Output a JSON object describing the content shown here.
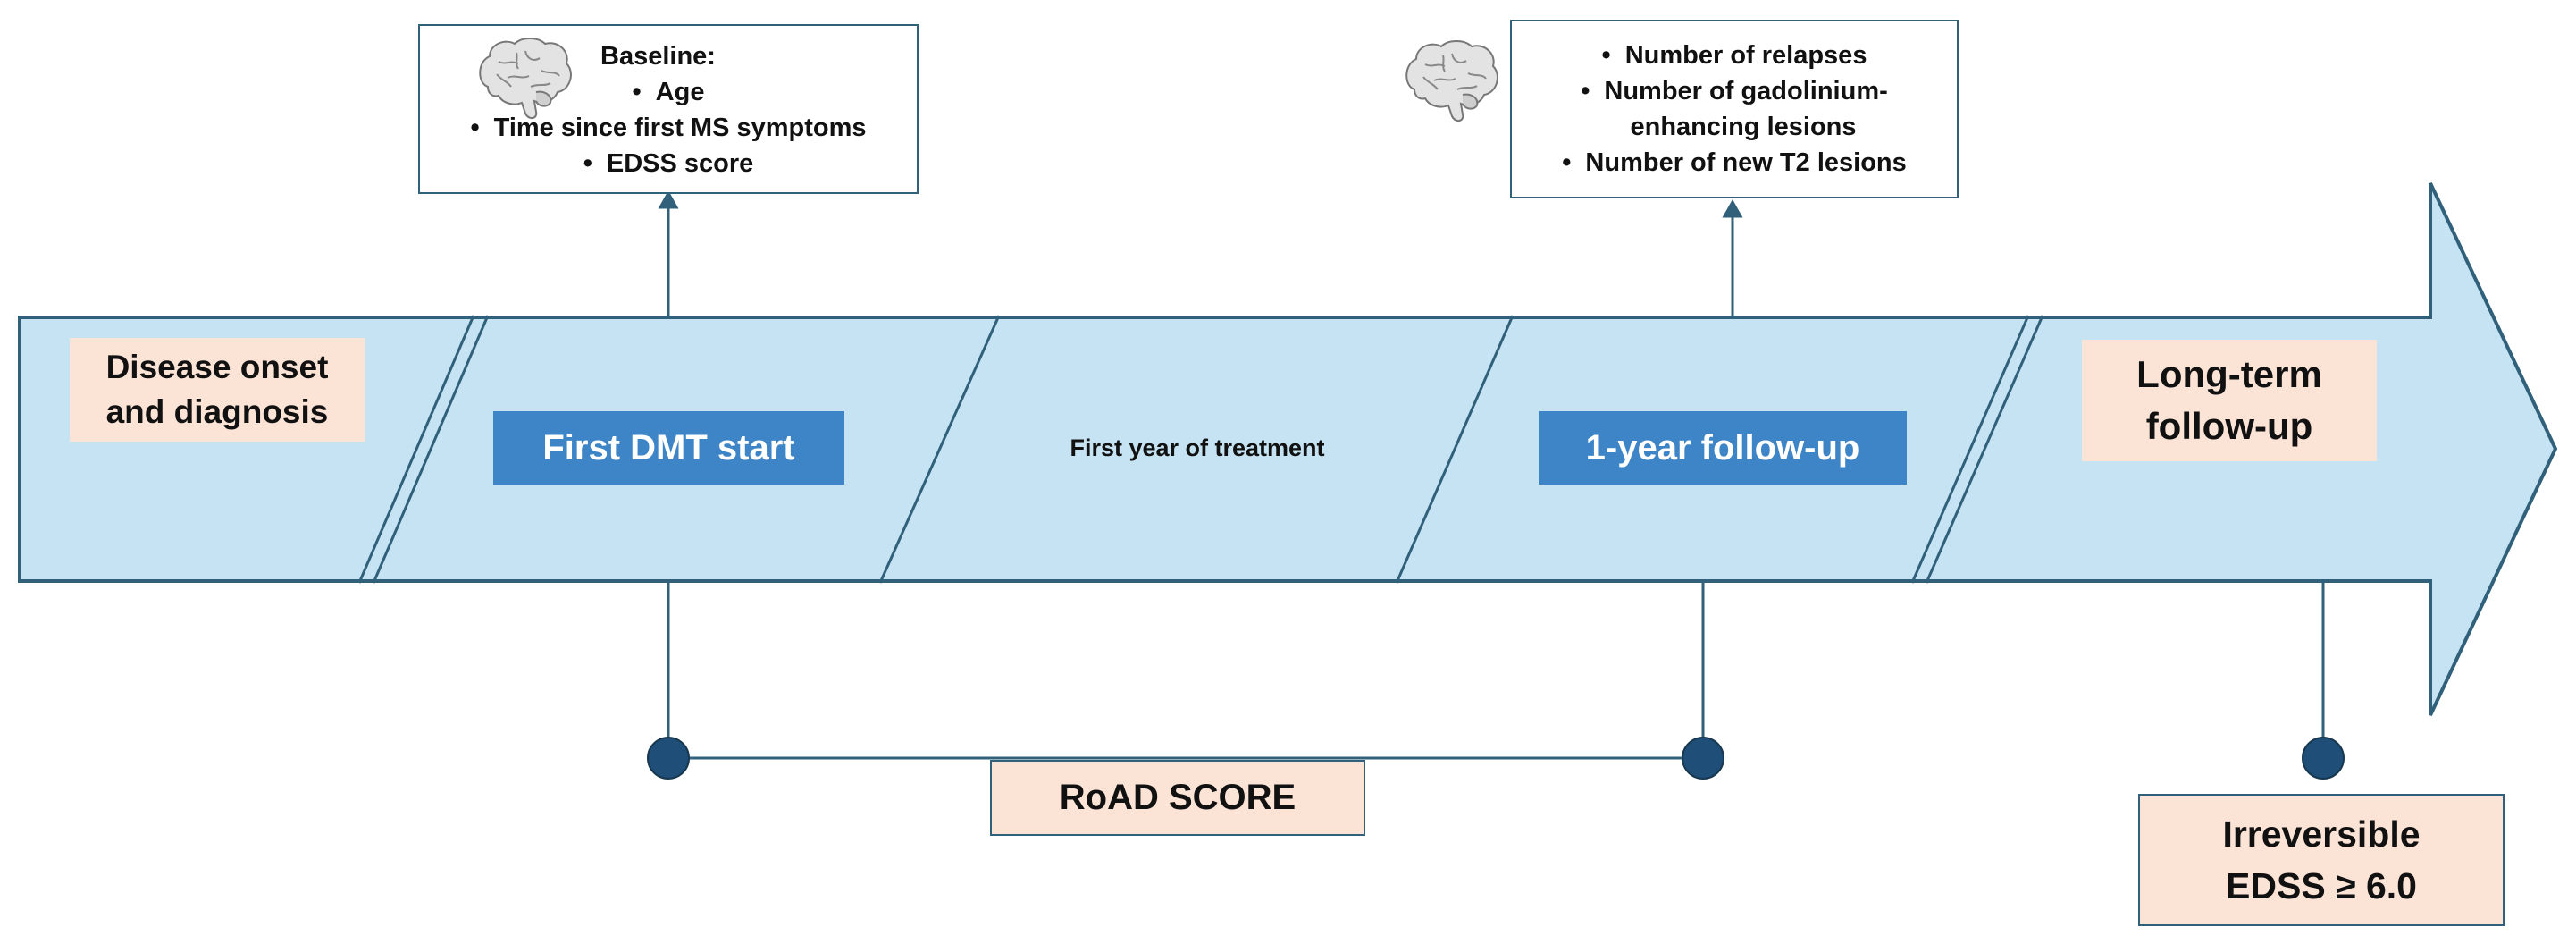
{
  "phases": {
    "onset": [
      "Disease onset",
      "and diagnosis"
    ],
    "dmt_start": "First DMT start",
    "first_year": "First year of treatment",
    "one_year_followup": "1-year follow-up",
    "long_term": [
      "Long-term",
      "follow-up"
    ]
  },
  "baseline_box": {
    "title": "Baseline:",
    "items": [
      "Age",
      "Time since first MS symptoms",
      "EDSS score"
    ],
    "icon": "brain-icon"
  },
  "followup_box": {
    "items": [
      "Number of relapses",
      "Number of gadolinium-",
      "enhancing lesions",
      "Number of new T2 lesions"
    ],
    "icon": "brain-icon"
  },
  "road_score_label": "RoAD SCORE",
  "outcome": [
    "Irreversible",
    "EDSS ≥ 6.0"
  ],
  "bullet_char": "•",
  "colors": {
    "arrow_fill": "#c5e3f3",
    "outline": "#31607a",
    "label_blue": "#3d85c6",
    "label_peach": "#fbe3d6"
  }
}
